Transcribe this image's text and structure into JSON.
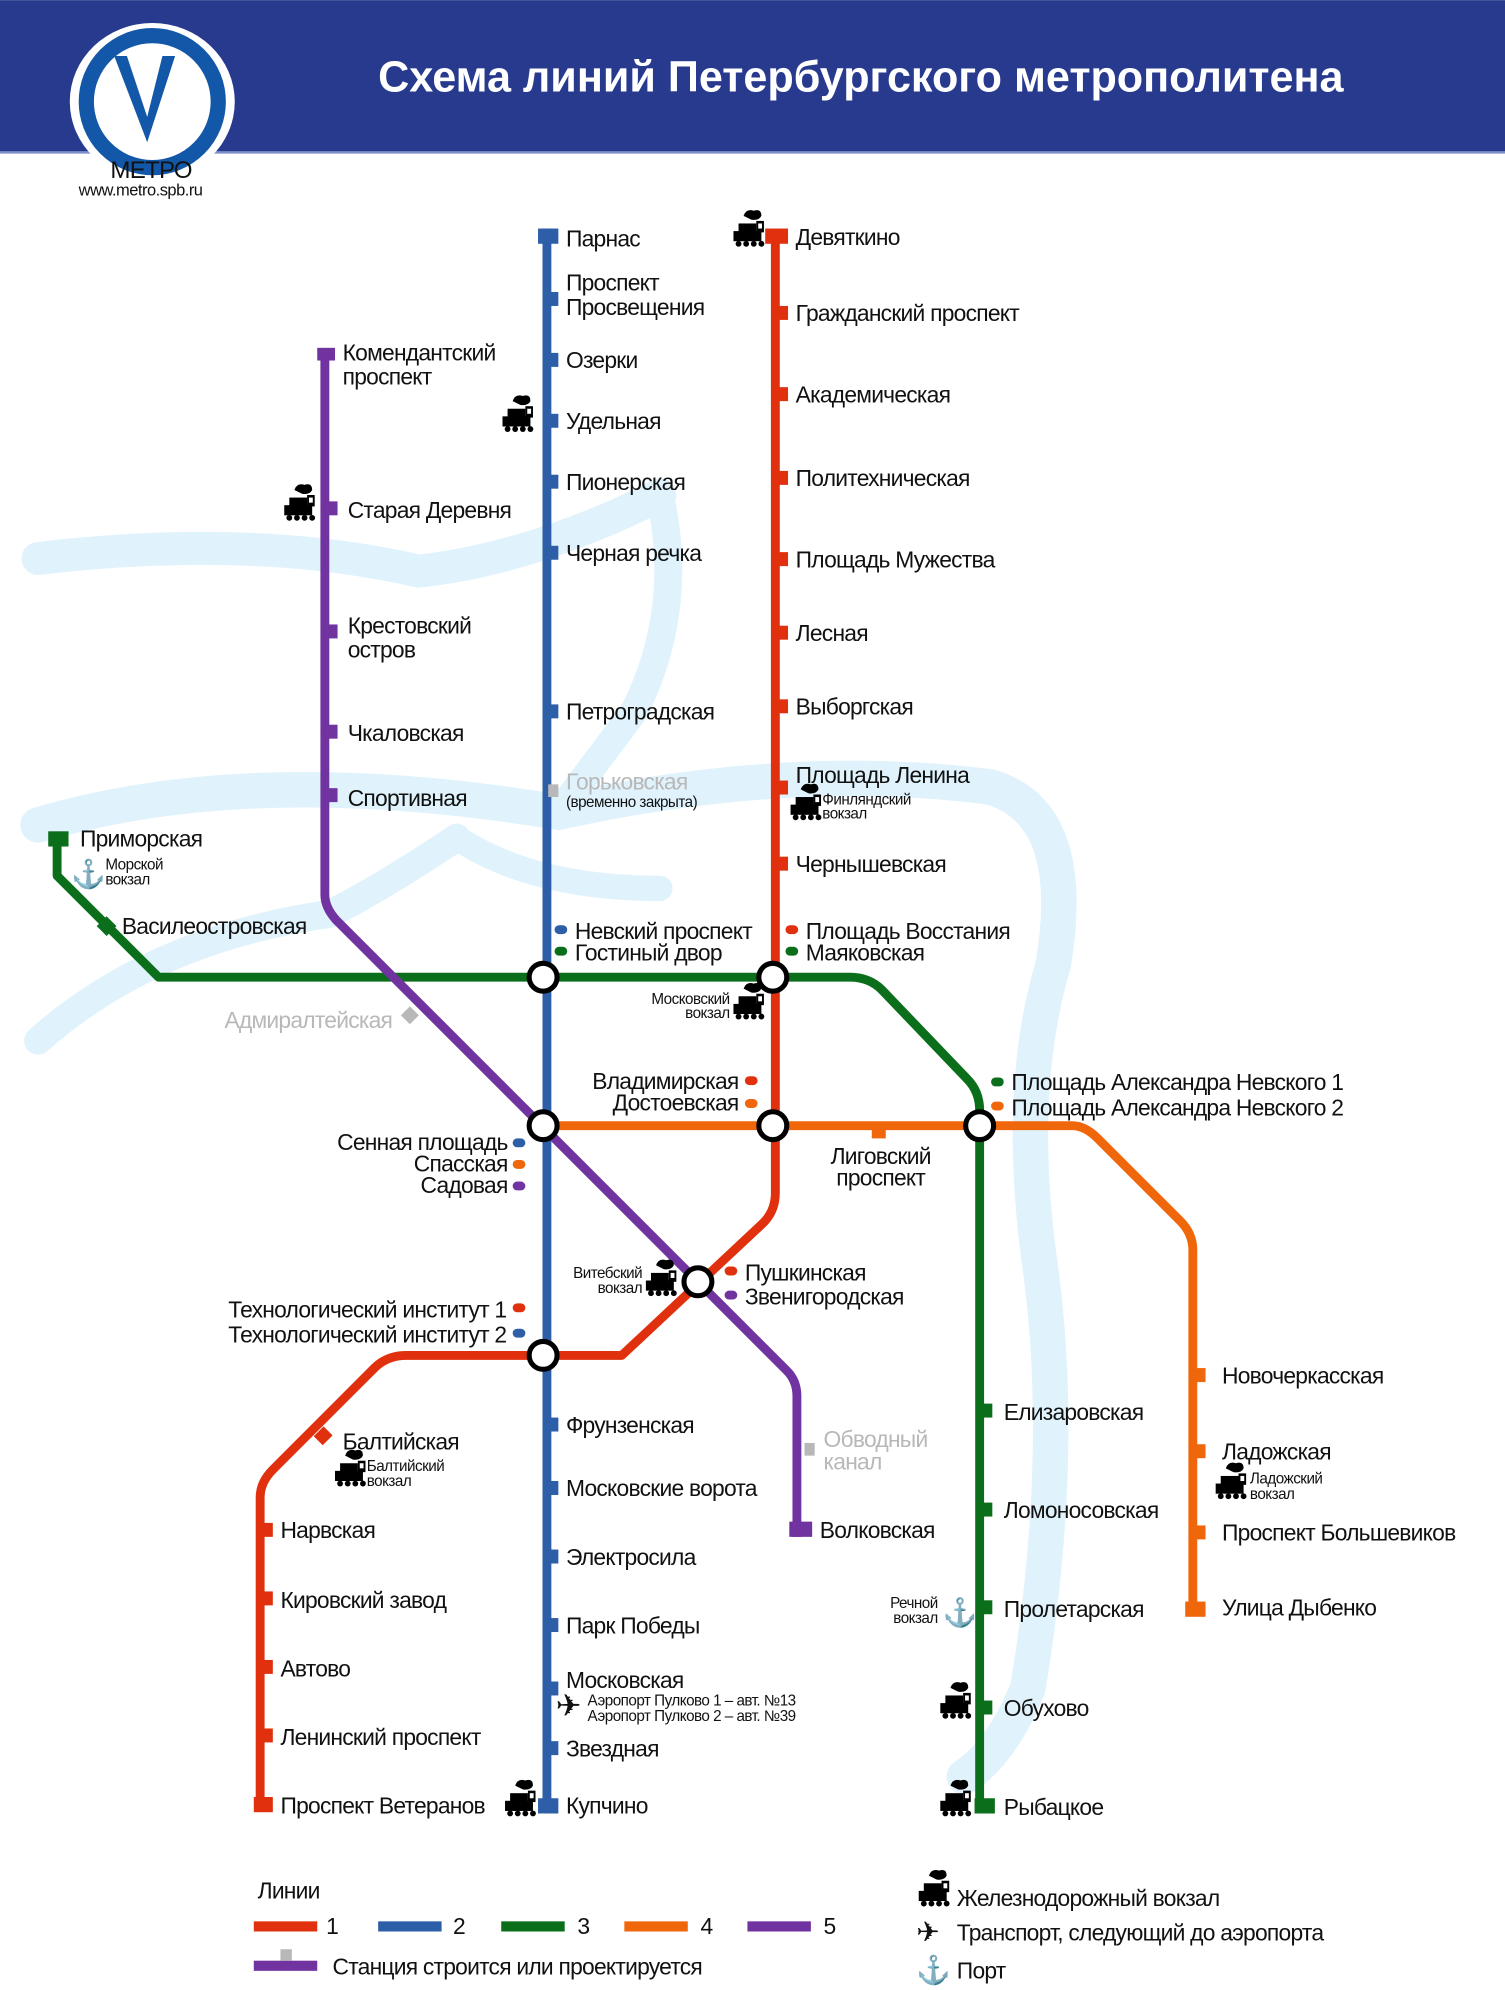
{
  "header": {
    "title": "Схема линий Петербургского метрополитена",
    "logo_text": "МЕТРО",
    "url": "www.metro.spb.ru"
  },
  "colors": {
    "line1": "#e0300e",
    "line2": "#2d5ea8",
    "line3": "#0a6e1a",
    "line4": "#f0660a",
    "line5": "#7133a0",
    "header": "#283a8e",
    "river": "#e0f3fc",
    "closed": "#b8b8b8"
  },
  "line1": [
    "Девяткино",
    "Гражданский проспект",
    "Академическая",
    "Политехническая",
    "Площадь Мужества",
    "Лесная",
    "Выборгская",
    "Площадь Ленина",
    "Чернышевская",
    "Площадь Восстания",
    "Владимирская",
    "Пушкинская",
    "Технологический институт 1",
    "Балтийская",
    "Нарвская",
    "Кировский завод",
    "Автово",
    "Ленинский проспект",
    "Проспект Ветеранов"
  ],
  "line2": [
    "Парнас",
    "Проспект",
    "Просвещения",
    "Озерки",
    "Удельная",
    "Пионерская",
    "Черная речка",
    "Петроградская",
    "Горьковская",
    "(временно закрыта)",
    "Невский проспект",
    "Сенная площадь",
    "Технологический институт 2",
    "Фрунзенская",
    "Московские ворота",
    "Электросила",
    "Парк Победы",
    "Московская",
    "Звездная",
    "Купчино"
  ],
  "line3": [
    "Приморская",
    "Василеостровская",
    "Гостиный двор",
    "Маяковская",
    "Площадь Александра Невского 1",
    "Елизаровская",
    "Ломоносовская",
    "Пролетарская",
    "Обухово",
    "Рыбацкое"
  ],
  "line4": [
    "Спасская",
    "Достоевская",
    "Лиговский",
    "проспект",
    "Площадь Александра Невского 2",
    "Новочеркасская",
    "Ладожская",
    "Проспект Большевиков",
    "Улица Дыбенко"
  ],
  "line5": [
    "Комендантский",
    "проспект",
    "Старая Деревня",
    "Крестовский",
    "остров",
    "Чкаловская",
    "Спортивная",
    "Адмиралтейская",
    "Садовая",
    "Звенигородская",
    "Обводный",
    "канал",
    "Волковская"
  ],
  "terminals": {
    "finland": [
      "Финляндский",
      "вокзал"
    ],
    "moscow": [
      "Московский",
      "вокзал"
    ],
    "vitebsk": [
      "Витебский",
      "вокзал"
    ],
    "baltic": [
      "Балтийский",
      "вокзал"
    ],
    "ladoga": [
      "Ладожский",
      "вокзал"
    ],
    "sea": [
      "Морской",
      "вокзал"
    ],
    "river": [
      "Речной",
      "вокзал"
    ]
  },
  "airport": [
    "Аэропорт Пулково 1 – авт. №13",
    "Аэропорт Пулково 2 – авт. №39"
  ],
  "legend": {
    "title": "Линии",
    "lines": [
      "1",
      "2",
      "3",
      "4",
      "5"
    ],
    "planned": "Станция строится или проектируется",
    "rail": "Железнодорожный вокзал",
    "airport": "Транспорт, следующий до аэропорта",
    "port": "Порт"
  }
}
